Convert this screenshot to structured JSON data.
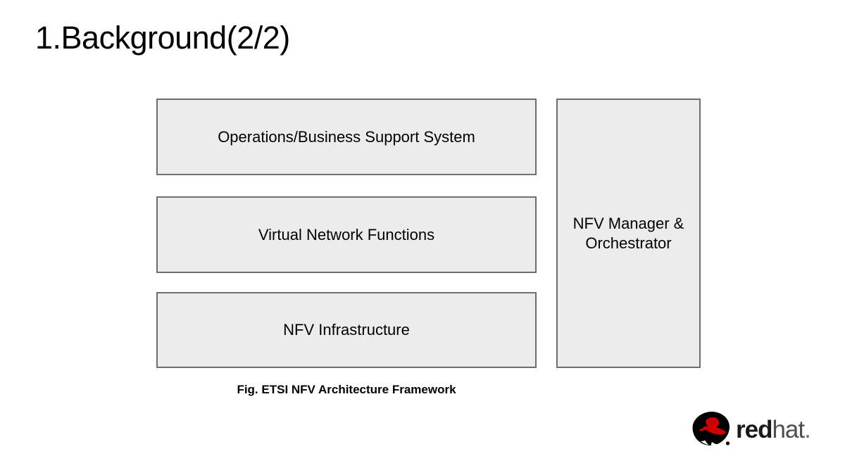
{
  "slide": {
    "title": "1.Background(2/2)",
    "background_color": "#ffffff"
  },
  "diagram": {
    "caption": "Fig. ETSI NFV Architecture Framework",
    "box_fill_color": "#ececec",
    "box_border_color": "#6e6e6e",
    "boxes": [
      {
        "id": "oss",
        "label": "Operations/Business Support System"
      },
      {
        "id": "vnf",
        "label": "Virtual Network Functions"
      },
      {
        "id": "nfvi",
        "label": "NFV Infrastructure"
      },
      {
        "id": "mano",
        "label_line1": "NFV Manager &",
        "label_line2": "Orchestrator"
      }
    ]
  },
  "logo": {
    "name": "redhat-logo",
    "icon": "shadowman-icon",
    "word_bold": "red",
    "word_light": "hat",
    "word_dot": ".",
    "hat_color": "#cc0000",
    "silhouette_color": "#000000"
  }
}
